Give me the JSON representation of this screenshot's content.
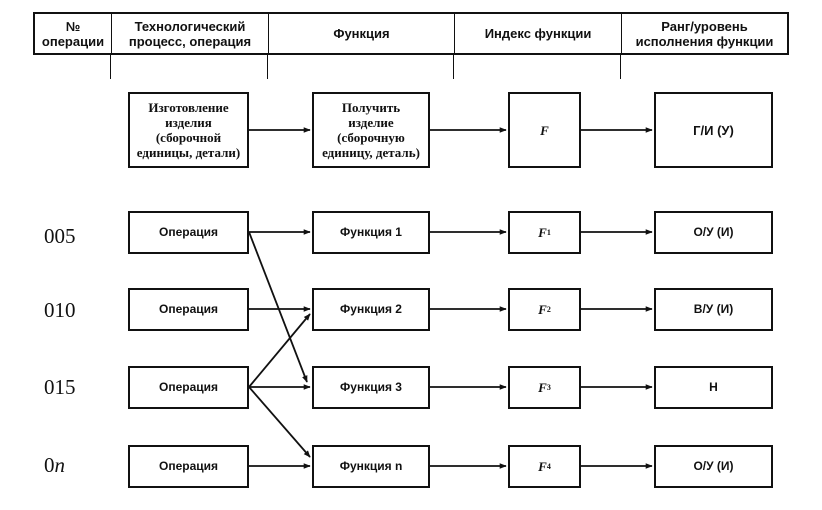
{
  "header": {
    "columns": [
      "№\nоперации",
      "Технологический\nпроцесс, операция",
      "Функция",
      "Индекс функции",
      "Ранг/уровень\nисполнения функции"
    ]
  },
  "top_row": {
    "process": "Изготовление\nизделия\n(сборочной\nединицы, детали)",
    "function": "Получить\nизделие\n(сборочную\nединицу, деталь)",
    "index": "F",
    "rank": "Г/И (У)"
  },
  "rows": [
    {
      "number": "005",
      "operation": "Операция",
      "function": "Функция 1",
      "index_base": "F",
      "index_sub": "1",
      "rank": "О/У (И)"
    },
    {
      "number": "010",
      "operation": "Операция",
      "function": "Функция 2",
      "index_base": "F",
      "index_sub": "2",
      "rank": "В/У (И)"
    },
    {
      "number": "015",
      "operation": "Операция",
      "function": "Функция 3",
      "index_base": "F",
      "index_sub": "3",
      "rank": "Н"
    },
    {
      "number_base": "0",
      "number_suffix": "n",
      "operation": "Операция",
      "function": "Функция n",
      "index_base": "F",
      "index_sub": "4",
      "rank": "О/У (И)"
    }
  ]
}
